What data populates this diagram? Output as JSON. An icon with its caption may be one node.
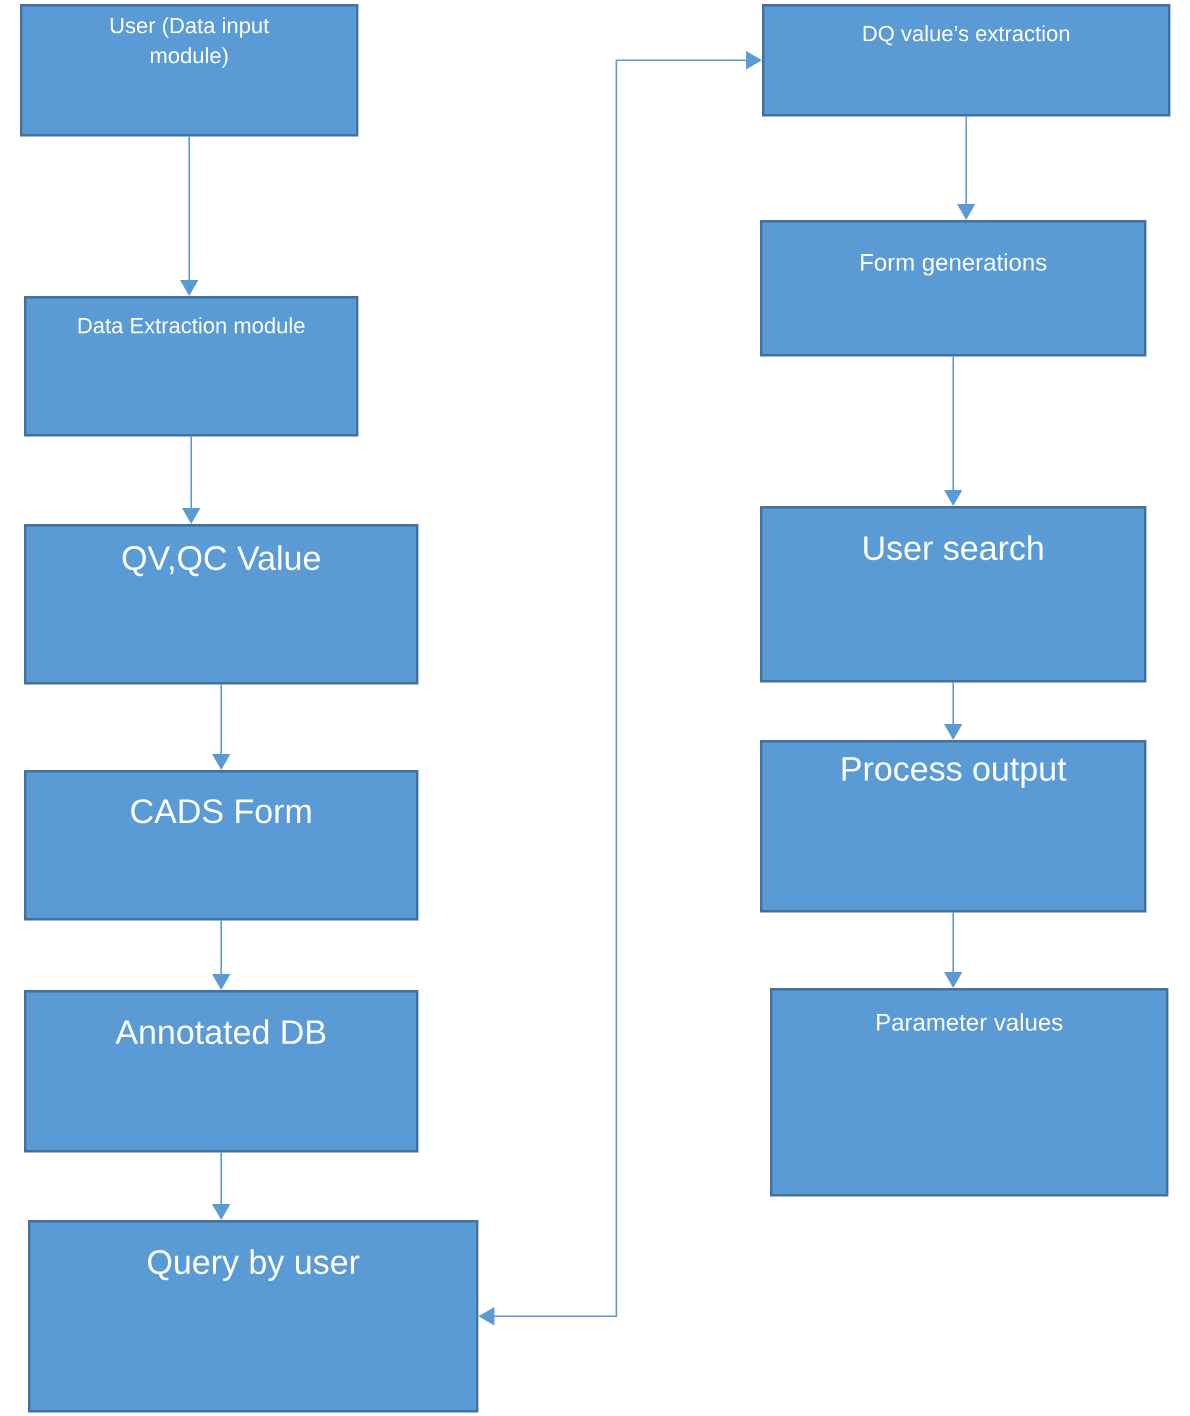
{
  "diagram": {
    "nodes": [
      {
        "text": [
          "User (Data input module)"
        ]
      },
      {
        "text": [
          "Data Extraction module"
        ]
      },
      {
        "text": [
          "QV,QC Value"
        ]
      },
      {
        "text": [
          "CADS Form"
        ]
      },
      {
        "text": [
          "Annotated DB"
        ]
      },
      {
        "text": [
          "Query by user"
        ]
      },
      {
        "text": [
          "DQ value’s extraction"
        ]
      },
      {
        "text": [
          "Form generations"
        ]
      },
      {
        "text": [
          "User search"
        ]
      },
      {
        "text": [
          "Process output"
        ]
      },
      {
        "text": [
          "Parameter values"
        ]
      }
    ],
    "edges": [
      {
        "from": 0,
        "to": 1,
        "arrow": "to"
      },
      {
        "from": 1,
        "to": 2,
        "arrow": "to"
      },
      {
        "from": 2,
        "to": 3,
        "arrow": "to"
      },
      {
        "from": 3,
        "to": 4,
        "arrow": "to"
      },
      {
        "from": 4,
        "to": 5,
        "arrow": "to"
      },
      {
        "from": 5,
        "to": 6,
        "arrow": "both"
      },
      {
        "from": 6,
        "to": 7,
        "arrow": "to"
      },
      {
        "from": 7,
        "to": 8,
        "arrow": "to"
      },
      {
        "from": 8,
        "to": 9,
        "arrow": "to"
      },
      {
        "from": 9,
        "to": 10,
        "arrow": "to"
      }
    ]
  }
}
